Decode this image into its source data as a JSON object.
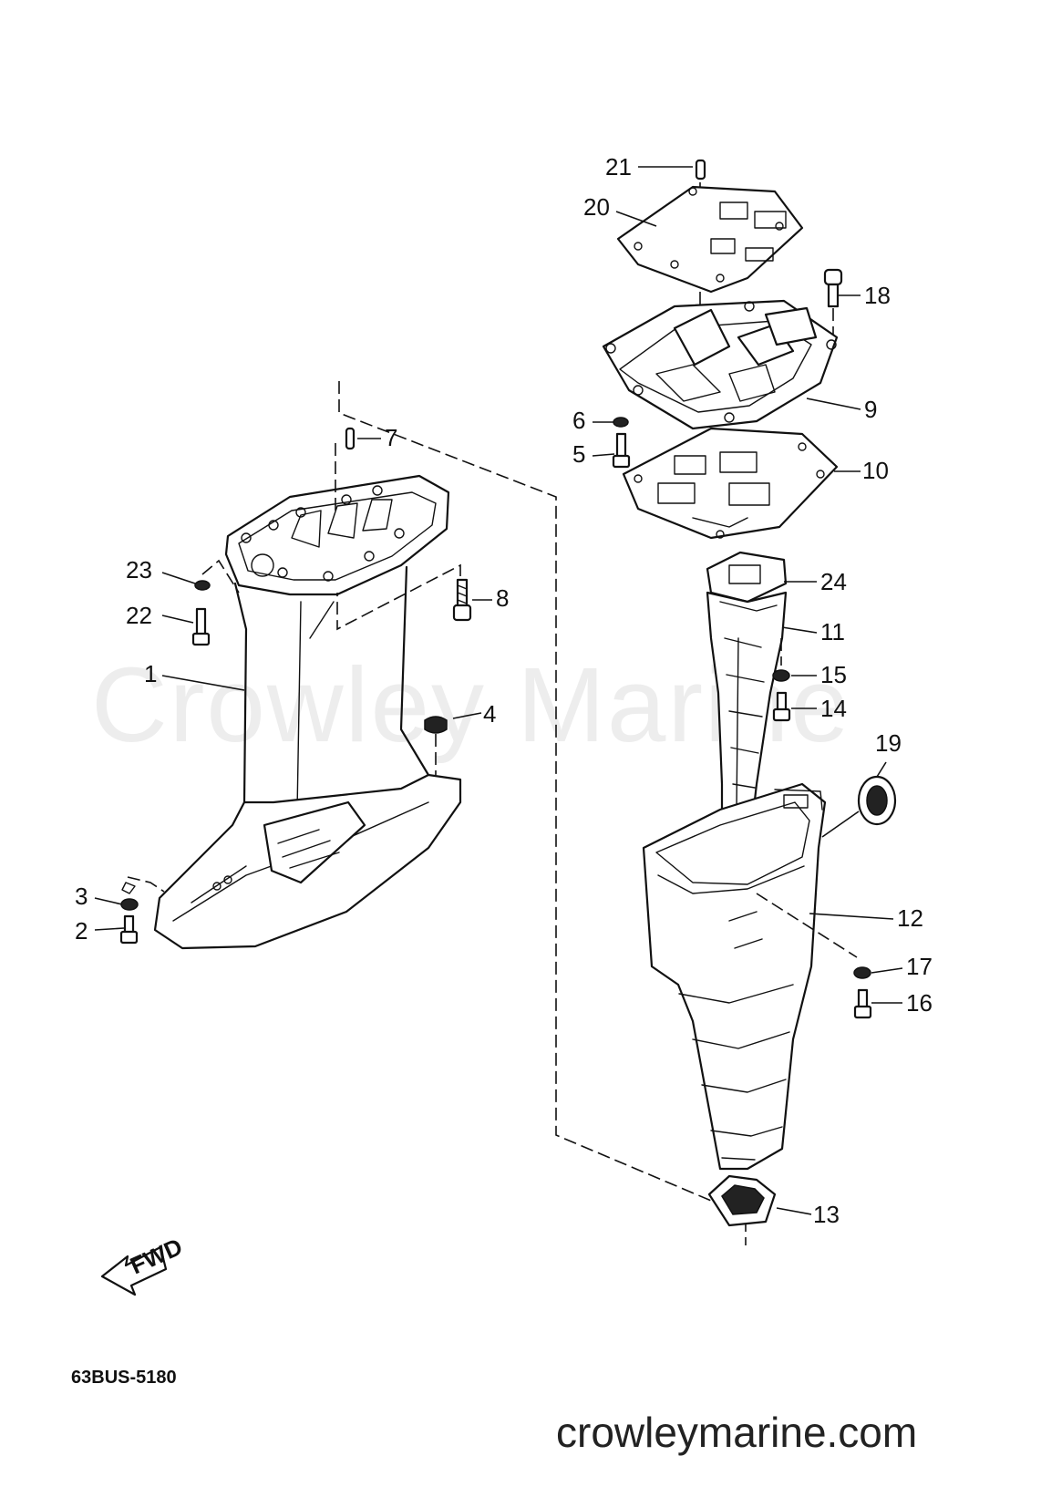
{
  "watermark": "Crowley Marine",
  "diagram_code": "63BUS-5180",
  "site": "crowleymarine.com",
  "fwd_label": "FWD",
  "callouts": {
    "p1": "1",
    "p2": "2",
    "p3": "3",
    "p4": "4",
    "p5": "5",
    "p6": "6",
    "p7": "7",
    "p8": "8",
    "p9": "9",
    "p10": "10",
    "p11": "11",
    "p12": "12",
    "p13": "13",
    "p14": "14",
    "p15": "15",
    "p16": "16",
    "p17": "17",
    "p18": "18",
    "p19": "19",
    "p20": "20",
    "p21": "21",
    "p22": "22",
    "p23": "23",
    "p24": "24"
  }
}
